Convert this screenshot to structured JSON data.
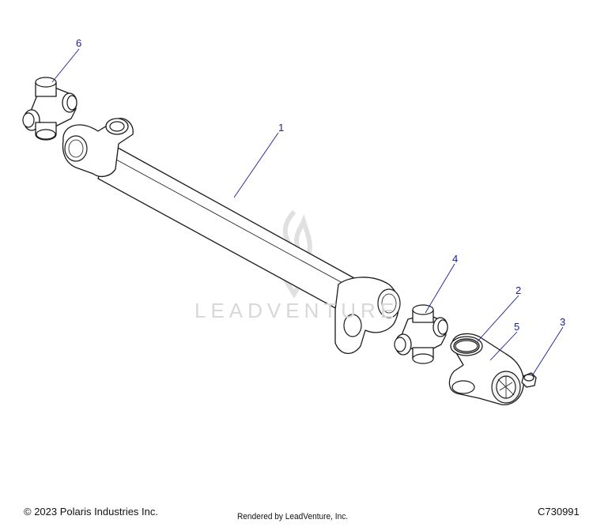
{
  "callouts": [
    {
      "id": "callout-1",
      "label": "1"
    },
    {
      "id": "callout-2",
      "label": "2"
    },
    {
      "id": "callout-3",
      "label": "3"
    },
    {
      "id": "callout-4",
      "label": "4"
    },
    {
      "id": "callout-5",
      "label": "5"
    },
    {
      "id": "callout-6",
      "label": "6"
    }
  ],
  "watermark": "LEADVENTURE",
  "footer": {
    "copyright": "© 2023 Polaris Industries Inc.",
    "rendered_by": "Rendered by LeadVenture, Inc.",
    "diagram_code": "C730991"
  },
  "colors": {
    "callout": "#1a1a9a",
    "line": "#1a1a1a",
    "watermark": "#d8d8d8"
  }
}
